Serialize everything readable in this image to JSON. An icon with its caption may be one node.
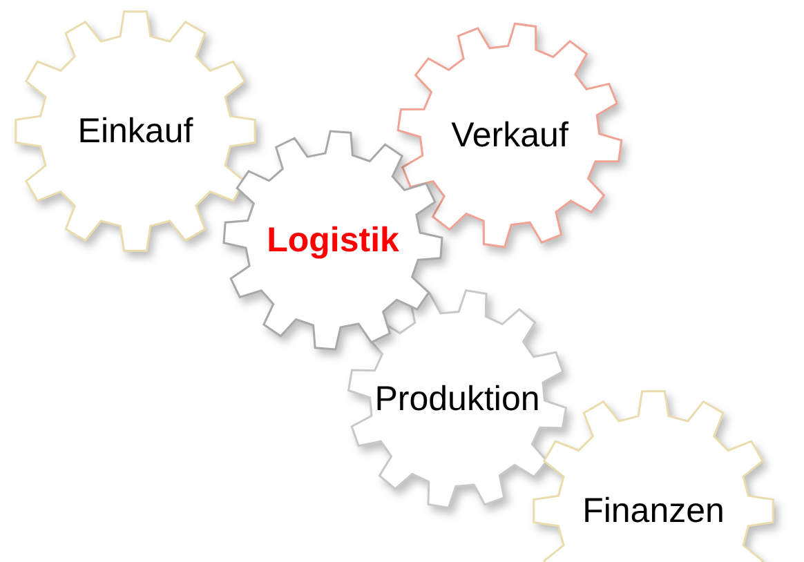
{
  "diagram": {
    "nodes": [
      {
        "text": [
          "Einkauf"
        ]
      },
      {
        "text": [
          "Verkauf"
        ]
      },
      {
        "text": [
          "Logistik"
        ]
      },
      {
        "text": [
          "Produktion"
        ]
      },
      {
        "text": [
          "Finanzen"
        ]
      }
    ]
  }
}
